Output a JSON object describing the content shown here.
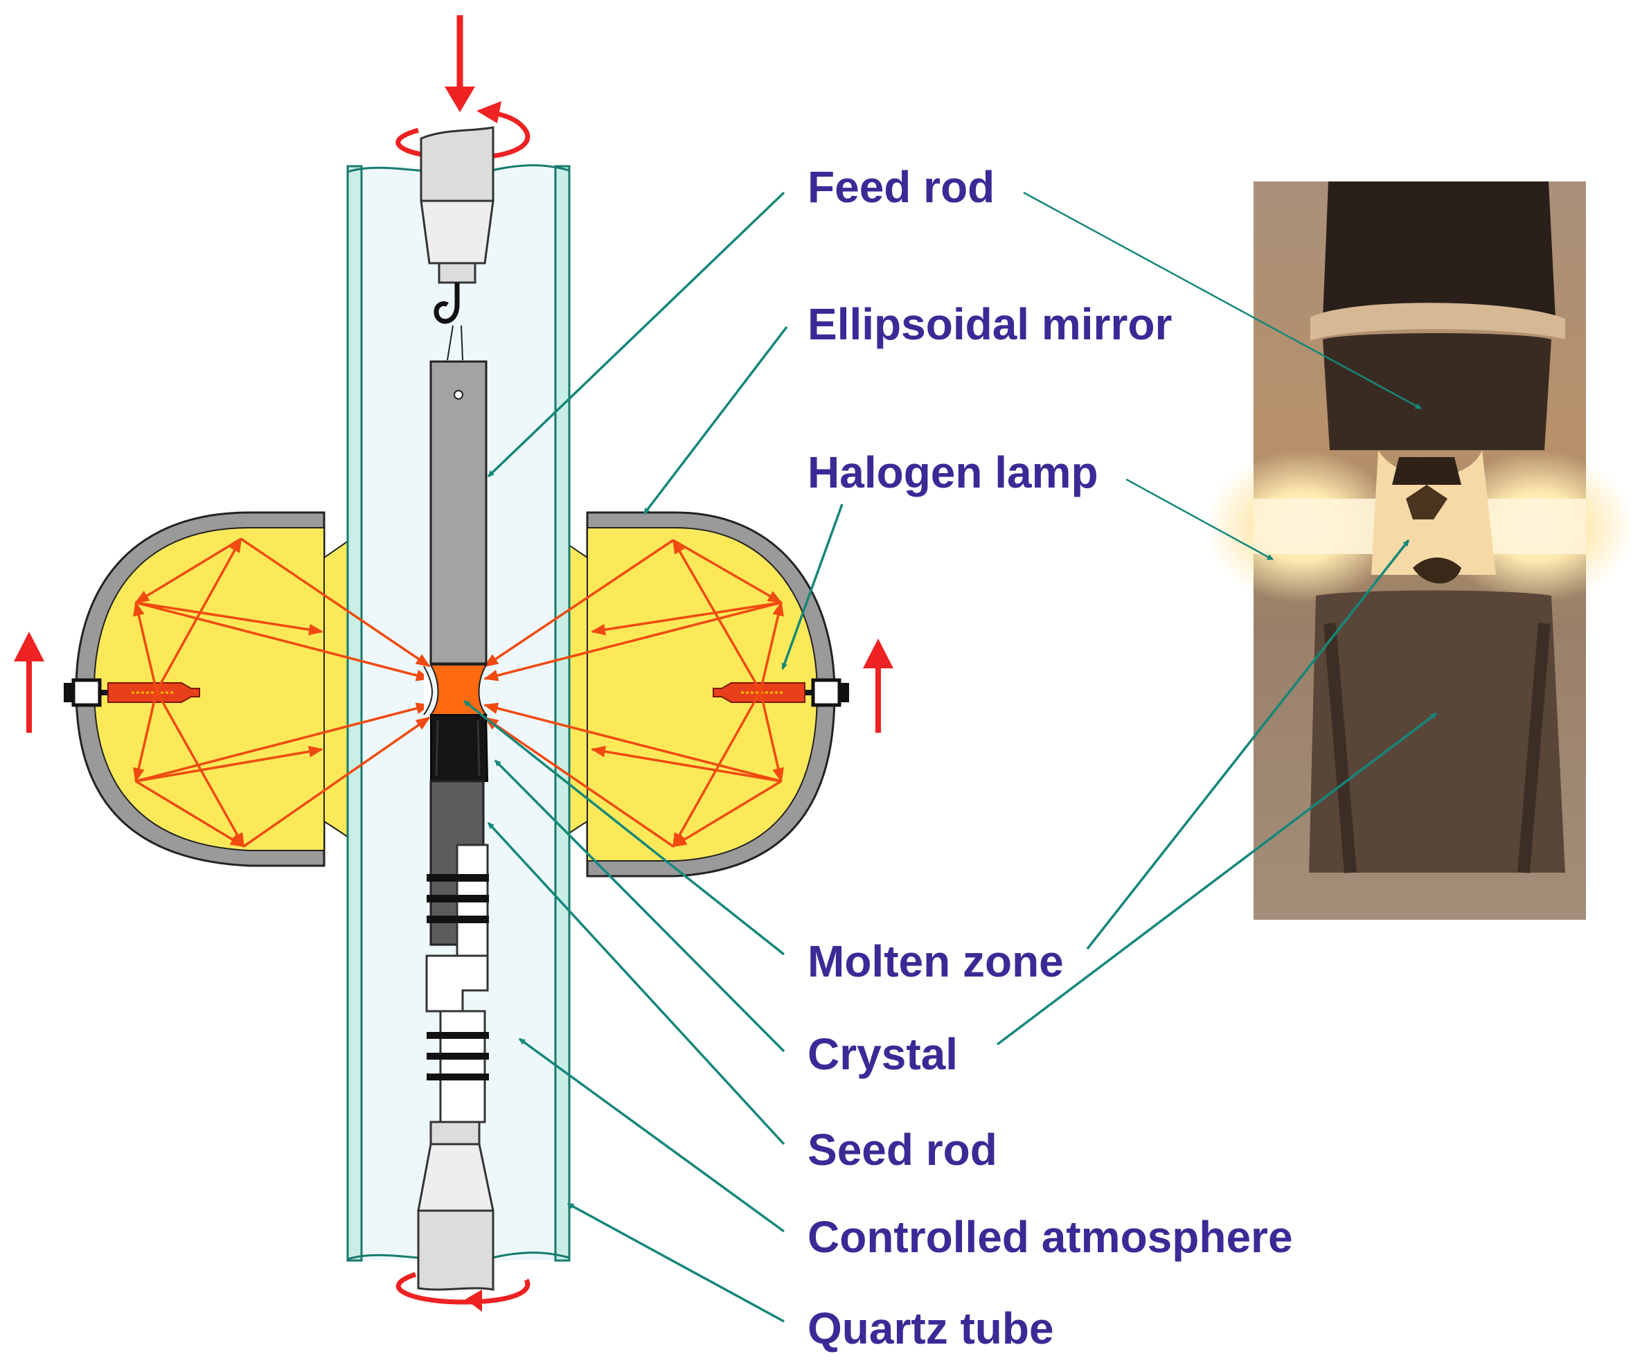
{
  "labels": {
    "feed_rod": "Feed rod",
    "ellipsoidal_mirror": "Ellipsoidal mirror",
    "halogen_lamp": "Halogen lamp",
    "molten_zone": "Molten zone",
    "crystal": "Crystal",
    "seed_rod": "Seed rod",
    "controlled_atmosphere": "Controlled atmosphere",
    "quartz_tube": "Quartz tube"
  },
  "colors": {
    "label_text": "#3b2a96",
    "leader_line": "#15877a",
    "motion_arrow": "#ee2222",
    "light_ray": "#f04a10",
    "mirror_fill": "#fce95a",
    "mirror_shell": "#9a9a9a",
    "quartz_tube": "#eef8fb",
    "molten_zone": "#ff6a10"
  }
}
